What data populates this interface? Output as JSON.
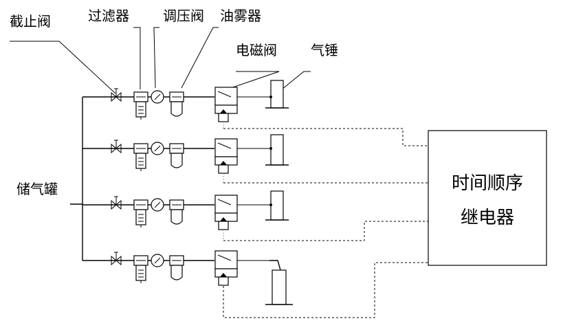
{
  "labels": {
    "shutoff_valve": "截止阀",
    "filter": "过滤器",
    "pressure_regulator": "调压阀",
    "oil_mist": "油雾器",
    "solenoid_valve": "电磁阀",
    "air_hammer": "气锤",
    "air_tank": "储气罐",
    "relay_line1": "时间顺序",
    "relay_line2": "继电器"
  },
  "colors": {
    "line": "#000000",
    "signal_wire_pink": "#d46fd4"
  }
}
